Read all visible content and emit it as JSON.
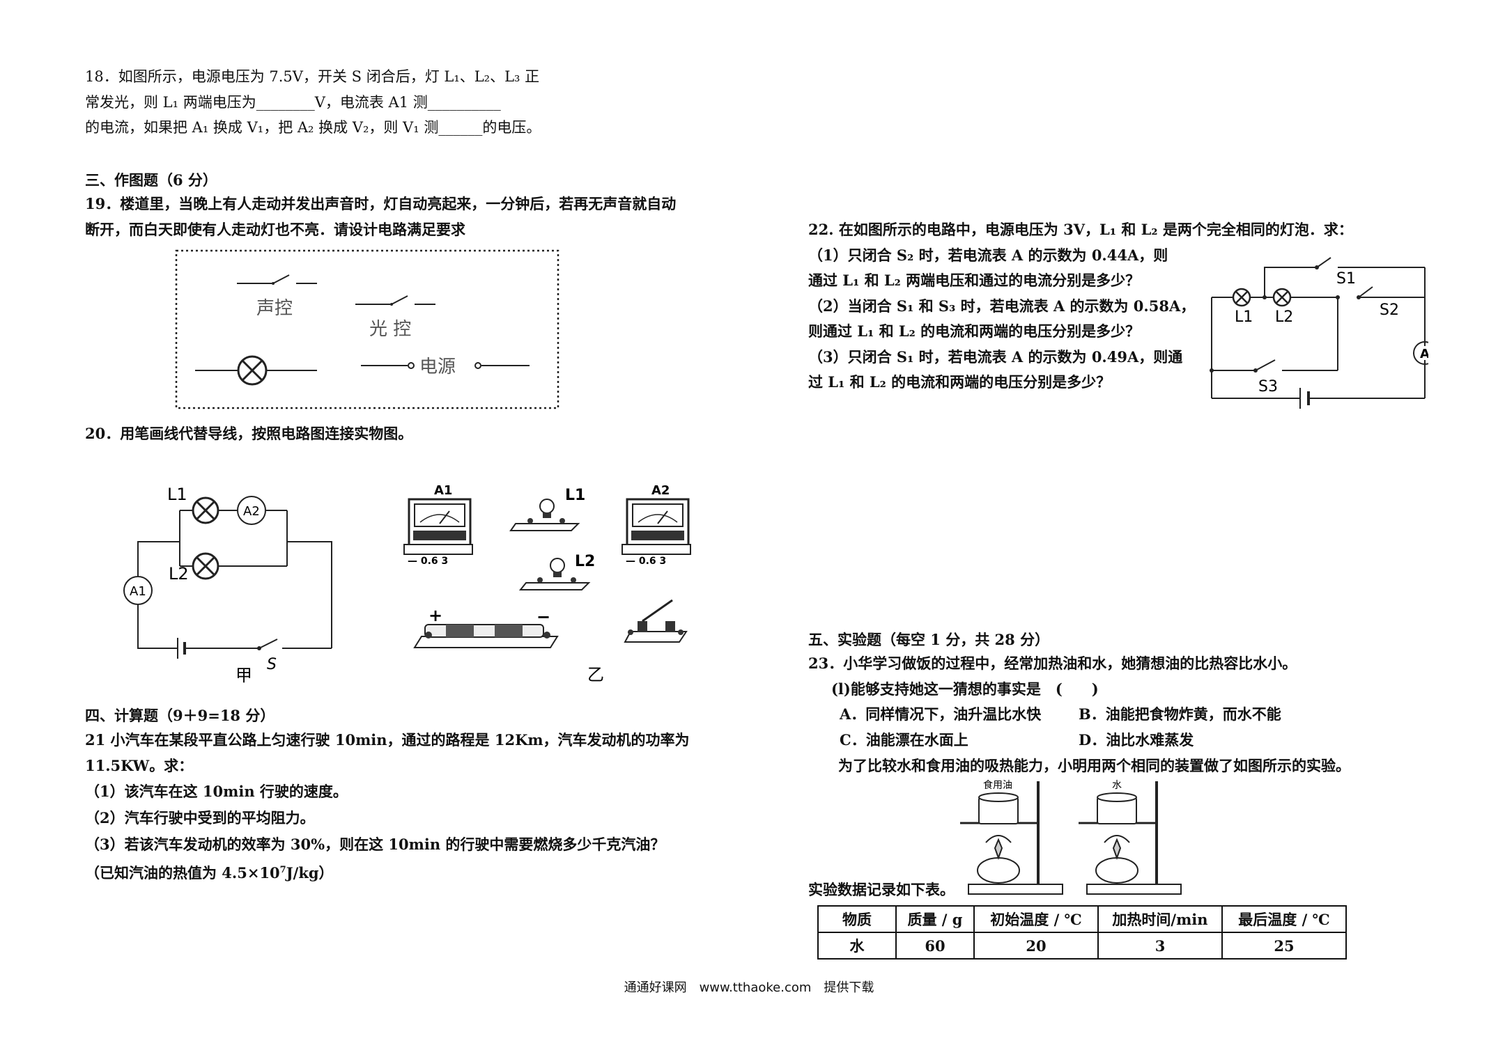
{
  "q18": {
    "line1": "18．如图所示，电源电压为 7.5V，开关 S 闭合后，灯 L₁、L₂、L₃ 正",
    "line2": "常发光，则 L₁ 两端电压为________V，电流表 A1 测__________",
    "line3": "的电流，如果把 A₁ 换成 V₁，把 A₂ 换成 V₂，则 V₁ 测______的电压。"
  },
  "sec3": {
    "title": "三、作图题（6 分）"
  },
  "q19": {
    "line1": "19．楼道里，当晚上有人走动并发出声音时，灯自动亮起来，一分钟后，若再无声音就自动",
    "line2": "断开，而白天即使有人走动灯也不亮．请设计电路满足要求",
    "sound_label": "声控",
    "light_label": "光 控",
    "power_label": "电源"
  },
  "q20": {
    "text": "20．用笔画线代替导线，按照电路图连接实物图。",
    "circuit": {
      "l1": "L1",
      "l2": "L2",
      "a1": "A1",
      "a2": "A2",
      "s": "S",
      "caption": "甲"
    },
    "real": {
      "a1": "A1",
      "a2": "A2",
      "l1": "L1",
      "l2": "L2",
      "plus": "+",
      "minus": "−",
      "caption": "乙",
      "scale": "— 0.6 3"
    }
  },
  "sec4": {
    "title": "四、计算题（9＋9=18 分）"
  },
  "q21": {
    "line1": "21 小汽车在某段平直公路上匀速行驶 10min，通过的路程是 12Km，汽车发动机的功率为",
    "line2": "11.5KW。求：",
    "p1": "（1）该汽车在这 10min 行驶的速度。",
    "p2": "（2）汽车行驶中受到的平均阻力。",
    "p3": "（3）若该汽车发动机的效率为 30%，则在这 10min 的行驶中需要燃烧多少千克汽油？",
    "p4_prefix": "（已知汽油的热值为 4.5×10",
    "p4_exp": "7",
    "p4_suffix": "J/kg）"
  },
  "q22": {
    "line1": "22. 在如图所示的电路中，电源电压为 3V，L₁ 和 L₂ 是两个完全相同的灯泡．求：",
    "p1a": "（1）只闭合 S₂ 时，若电流表 A 的示数为 0.44A，则",
    "p1b": "通过 L₁ 和 L₂ 两端电压和通过的电流分别是多少？",
    "p2a": "（2）当闭合 S₁ 和 S₃ 时，若电流表 A 的示数为 0.58A，",
    "p2b": "则通过 L₁ 和 L₂ 的电流和两端的电压分别是多少？",
    "p3a": "（3）只闭合 S₁ 时，若电流表 A 的示数为 0.49A，则通",
    "p3b": "过 L₁ 和 L₂ 的电流和两端的电压分别是多少？",
    "circuit": {
      "s1": "S1",
      "s2": "S2",
      "s3": "S3",
      "l1": "L1",
      "l2": "L2",
      "a": "A"
    }
  },
  "sec5": {
    "title": "五、实验题（每空 1 分，共 28 分）"
  },
  "q23": {
    "line1": "23．小华学习做饭的过程中，经常加热油和水，她猜想油的比热容比水小。",
    "sub1": "(l)能够支持她这一猜想的事实是　(　　)",
    "optA": "A．同样情况下，油升温比水快",
    "optB": "B．油能把食物炸黄，而水不能",
    "optC": "C．油能漂在水面上",
    "optD": "D．油比水难蒸发",
    "line2": "为了比较水和食用油的吸热能力，小明用两个相同的装置做了如图所示的实验。",
    "oil_label": "食用油",
    "water_label": "水",
    "record": "实验数据记录如下表。",
    "table": {
      "headers": [
        "物质",
        "质量 / g",
        "初始温度 / ℃",
        "加热时间/min",
        "最后温度 / ℃"
      ],
      "rows": [
        [
          "水",
          "60",
          "20",
          "3",
          "25"
        ]
      ]
    }
  },
  "footer": "通通好课网　www.tthaoke.com　提供下载"
}
